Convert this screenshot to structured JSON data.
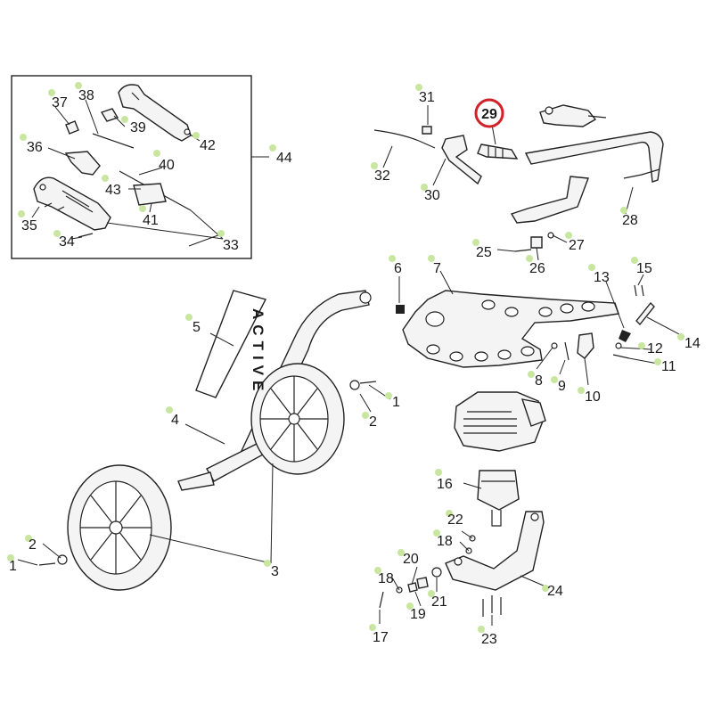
{
  "brand_text": "ACTIVE",
  "highlighted": "29",
  "colors": {
    "marker": "#c8e6a0",
    "highlight": "#d0222a",
    "line": "#222222"
  },
  "labels": {
    "p1a": "1",
    "p1b": "1",
    "p2a": "2",
    "p2b": "2",
    "p3": "3",
    "p4": "4",
    "p5": "5",
    "p6": "6",
    "p7": "7",
    "p8": "8",
    "p9": "9",
    "p10": "10",
    "p11": "11",
    "p12": "12",
    "p13": "13",
    "p14": "14",
    "p15": "15",
    "p16": "16",
    "p17": "17",
    "p18a": "18",
    "p18b": "18",
    "p19": "19",
    "p20": "20",
    "p21": "21",
    "p22": "22",
    "p23": "23",
    "p24": "24",
    "p25": "25",
    "p26": "26",
    "p27": "27",
    "p28": "28",
    "p29": "29",
    "p30": "30",
    "p31": "31",
    "p32": "32",
    "p33": "33",
    "p34": "34",
    "p35": "35",
    "p36": "36",
    "p37": "37",
    "p38": "38",
    "p39": "39",
    "p40": "40",
    "p41": "41",
    "p42": "42",
    "p43": "43",
    "p44": "44"
  }
}
